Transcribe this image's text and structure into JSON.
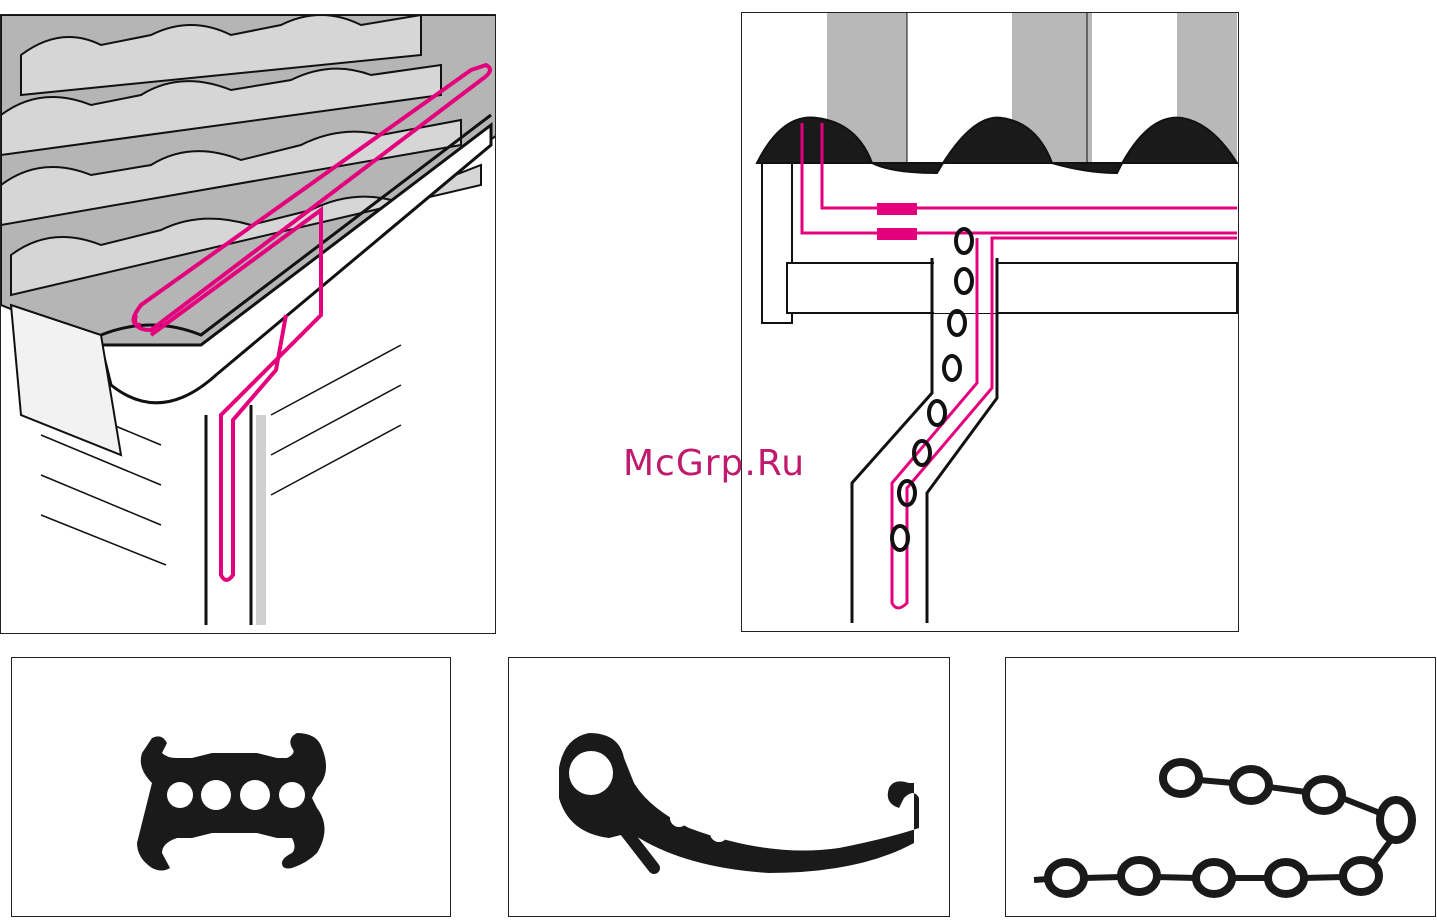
{
  "watermark": {
    "text": "McGrp.Ru"
  },
  "colors": {
    "cable": "#e4007c",
    "roof_tile": "#9a9a9a",
    "roof_light": "#d9d9d9",
    "outline": "#111111"
  },
  "panels": [
    {
      "id": "gutter-roof-illustration",
      "icon": "tiled-roof-gutter-downpipe-cable-icon"
    },
    {
      "id": "downpipe-chain-illustration",
      "icon": "corrugated-roof-downpipe-chain-cable-icon"
    },
    {
      "id": "cable-spacer-clip",
      "icon": "spacer-clip-icon"
    },
    {
      "id": "cable-holder-strip",
      "icon": "holder-strip-icon"
    },
    {
      "id": "chain",
      "icon": "chain-icon"
    }
  ]
}
